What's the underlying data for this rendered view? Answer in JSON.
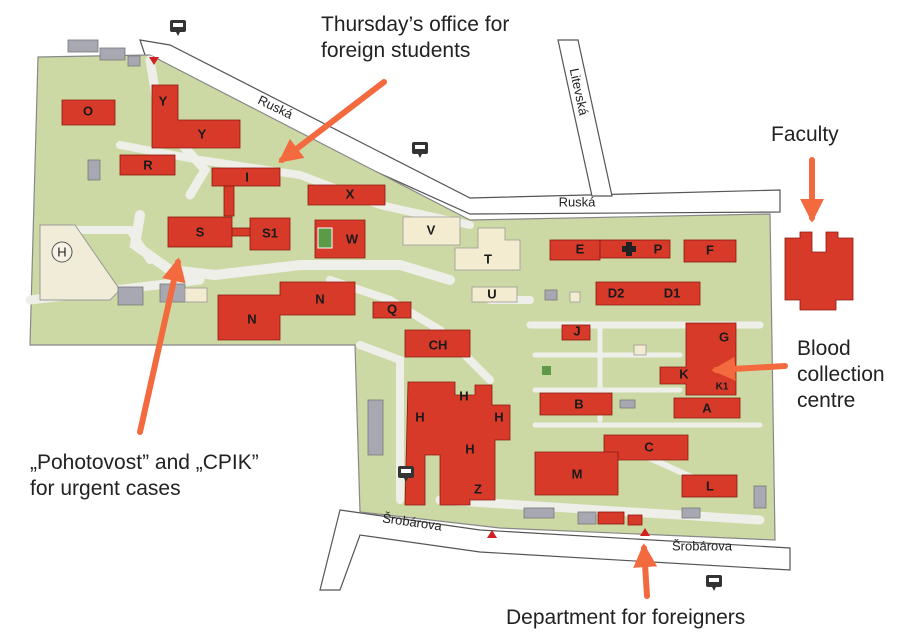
{
  "annotations": {
    "thursday_office": [
      "Thursday’s office for",
      "foreign students"
    ],
    "faculty": "Faculty",
    "blood": [
      "Blood",
      "collection",
      "centre"
    ],
    "pohotovost": [
      "„Pohotovost” and „CPIK”",
      "for urgent cases"
    ],
    "foreigners": "Department for foreigners"
  },
  "streets": {
    "ruska_upper": "Ruská",
    "ruska_lower": "Ruská",
    "litevska": "Litevská",
    "srobarova_left": "Šrobárova",
    "srobarova_right": "Šrobárova"
  },
  "buildings": {
    "O": "O",
    "Y1": "Y",
    "Y2": "Y",
    "R": "R",
    "I": "I",
    "X": "X",
    "S": "S",
    "S1": "S1",
    "W": "W",
    "V": "V",
    "T": "T",
    "U": "U",
    "E": "E",
    "P": "P",
    "F": "F",
    "D2": "D2",
    "D1": "D1",
    "N1": "N",
    "N2": "N",
    "Q": "Q",
    "J": "J",
    "G": "G",
    "K": "K",
    "K1": "K1",
    "CH": "CH",
    "B": "B",
    "A": "A",
    "H1": "H",
    "H2": "H",
    "H3": "H",
    "H4": "H",
    "C": "C",
    "M": "M",
    "Z": "Z",
    "L": "L",
    "helipad": "H"
  },
  "colors": {
    "campus": "#cdd9a5",
    "building": "#d83a2a",
    "arrow": "#f26a3e",
    "road": "#ffffff",
    "path": "#eeeeea"
  }
}
